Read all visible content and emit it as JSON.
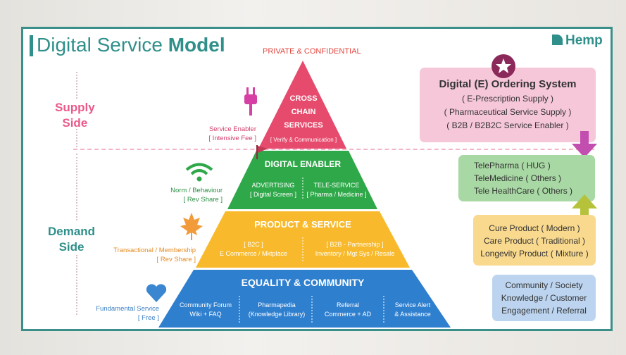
{
  "header": {
    "title_prefix": "Digital Service ",
    "title_bold": "Model",
    "confidential": "PRIVATE & CONFIDENTIAL",
    "logo": "Hemp"
  },
  "sides": {
    "supply": [
      "Supply",
      "Side"
    ],
    "demand": [
      "Demand",
      "Side"
    ]
  },
  "pyramid": {
    "top": {
      "lines": [
        "CROSS",
        "CHAIN",
        "SERVICES"
      ],
      "sub": "[ Verify & Communication ]",
      "color": "#e64a6c"
    },
    "enabler": {
      "title": "DIGITAL ENABLER",
      "color": "#2fa84a",
      "items": [
        [
          "ADVERTISING",
          "[ Digital Screen ]"
        ],
        [
          "TELE-SERVICE",
          "[ Pharma / Medicine ]"
        ]
      ]
    },
    "product": {
      "title": "PRODUCT & SERVICE",
      "color": "#f8ba2c",
      "items": [
        [
          "[ B2C ]",
          "E Commerce / Mktplace"
        ],
        [
          "[ B2B - Partnership ]",
          "Inventory / Mgt Sys / Resale"
        ]
      ]
    },
    "community": {
      "title": "EQUALITY & COMMUNITY",
      "color": "#2f7fcf",
      "items": [
        [
          "Community Forum",
          "Wiki + FAQ"
        ],
        [
          "Pharmapedia",
          "(Knowledge Library)"
        ],
        [
          "Referral",
          "Commerce + AD"
        ],
        [
          "Service Alert",
          "& Assistance"
        ]
      ]
    }
  },
  "notes": {
    "service_enabler": [
      "Service Enabler",
      "[ Intensive Fee ]"
    ],
    "norm": [
      "Norm / Behaviour",
      "[ Rev Share ]"
    ],
    "transactional": [
      "Transactional / Membership",
      "[ Rev Share ]"
    ],
    "fundamental": [
      "Fundamental Service",
      "[ Free ]"
    ]
  },
  "right_boxes": {
    "ordering": {
      "title": "Digital (E) Ordering System",
      "lines": [
        "( E-Prescription Supply )",
        "( Pharmaceutical Service Supply )",
        "( B2B / B2B2C Service Enabler )"
      ]
    },
    "tele": {
      "lines": [
        "TelePharma ( HUG )",
        "TeleMedicine ( Others )",
        "Tele HealthCare ( Others )"
      ]
    },
    "products": {
      "lines": [
        "Cure Product ( Modern )",
        "Care Product ( Traditional )",
        "Longevity Product ( Mixture )"
      ]
    },
    "community": {
      "lines": [
        "Community / Society",
        "Knowledge / Customer",
        "Engagement / Referral"
      ]
    }
  },
  "colors": {
    "teal": "#2f8f8a",
    "pink": "#ea5a8c",
    "red": "#e64a6c",
    "green": "#2fa84a",
    "yellow": "#f8ba2c",
    "blue": "#2f7fcf"
  },
  "icons": [
    "plug-icon",
    "flag-icon",
    "wifi-icon",
    "maple-leaf-icon",
    "heart-icon",
    "star-badge-icon",
    "arrow-down-icon",
    "arrow-up-icon"
  ]
}
